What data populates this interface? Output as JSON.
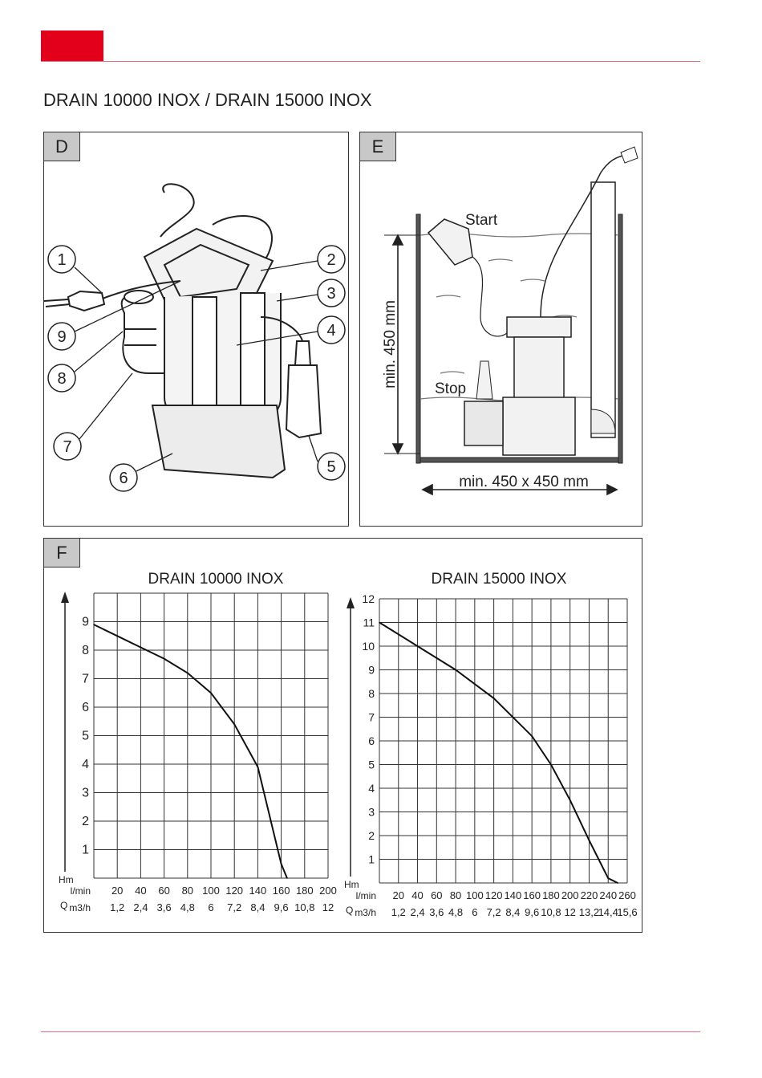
{
  "header": {
    "accent_color": "#e2001a"
  },
  "title": "DRAIN 10000 INOX / DRAIN 15000 INOX",
  "panels": {
    "d": {
      "label": "D",
      "callouts": [
        "1",
        "2",
        "3",
        "4",
        "5",
        "6",
        "7",
        "8",
        "9"
      ]
    },
    "e": {
      "label": "E",
      "start_label": "Start",
      "stop_label": "Stop",
      "height_label": "min. 450 mm",
      "width_label": "min. 450 x 450 mm"
    },
    "f": {
      "label": "F"
    }
  },
  "chart_data": [
    {
      "type": "line",
      "title": "DRAIN 10000 INOX",
      "ylabel": "Hm",
      "xlabel": "Q",
      "y_ticks": [
        "1",
        "2",
        "3",
        "4",
        "5",
        "6",
        "7",
        "8",
        "9"
      ],
      "ylim": [
        0,
        10
      ],
      "x_unit_lmin": "l/min",
      "x_ticks_lmin": [
        "20",
        "40",
        "60",
        "80",
        "100",
        "120",
        "140",
        "160",
        "180",
        "200"
      ],
      "x_unit_m3h": "m3/h",
      "x_ticks_m3h": [
        "1,2",
        "2,4",
        "3,6",
        "4,8",
        "6",
        "7,2",
        "8,4",
        "9,6",
        "10,8",
        "12"
      ],
      "xlim": [
        0,
        200
      ],
      "grid": true,
      "series": [
        {
          "x": [
            0,
            20,
            40,
            60,
            80,
            100,
            120,
            140,
            150,
            160,
            165
          ],
          "y": [
            8.9,
            8.5,
            8.1,
            7.7,
            7.2,
            6.5,
            5.4,
            3.9,
            2.2,
            0.5,
            0
          ]
        }
      ]
    },
    {
      "type": "line",
      "title": "DRAIN 15000 INOX",
      "ylabel": "Hm",
      "xlabel": "Q",
      "y_ticks": [
        "1",
        "2",
        "3",
        "4",
        "5",
        "6",
        "7",
        "8",
        "9",
        "10",
        "11",
        "12"
      ],
      "ylim": [
        0,
        12
      ],
      "x_unit_lmin": "l/min",
      "x_ticks_lmin": [
        "20",
        "40",
        "60",
        "80",
        "100",
        "120",
        "140",
        "160",
        "180",
        "200",
        "220",
        "240",
        "260"
      ],
      "x_unit_m3h": "m3/h",
      "x_ticks_m3h": [
        "1,2",
        "2,4",
        "3,6",
        "4,8",
        "6",
        "7,2",
        "8,4",
        "9,6",
        "10,8",
        "12",
        "13,2",
        "14,4",
        "15,6"
      ],
      "xlim": [
        0,
        260
      ],
      "grid": true,
      "series": [
        {
          "x": [
            0,
            40,
            80,
            120,
            160,
            180,
            200,
            220,
            240,
            250
          ],
          "y": [
            11,
            10,
            9,
            7.8,
            6.2,
            5,
            3.5,
            1.8,
            0.2,
            0
          ]
        }
      ]
    }
  ]
}
